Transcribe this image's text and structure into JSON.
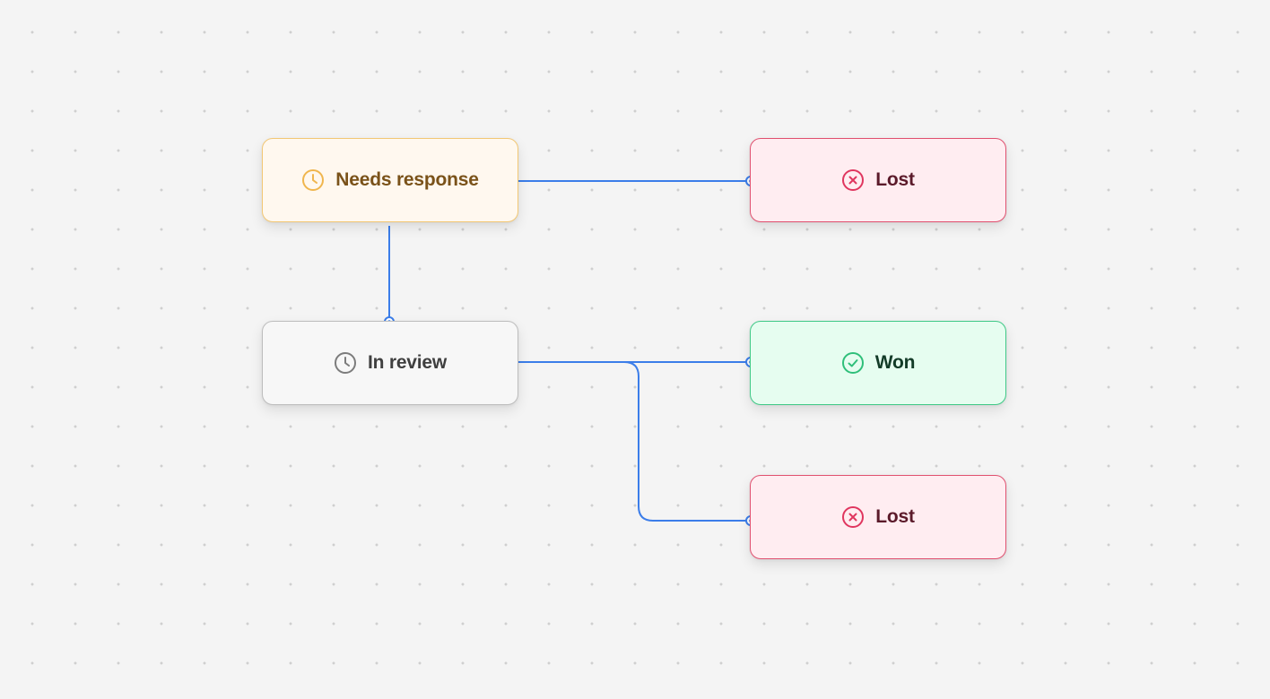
{
  "nodes": {
    "needs_response": {
      "label": "Needs response",
      "icon": "clock-icon",
      "color": "#f0b64e"
    },
    "in_review": {
      "label": "In review",
      "icon": "clock-icon",
      "color": "#7c7c7c"
    },
    "lost_top": {
      "label": "Lost",
      "icon": "x-circle-icon",
      "color": "#e0365f"
    },
    "won": {
      "label": "Won",
      "icon": "check-circle-icon",
      "color": "#2fbf7a"
    },
    "lost_bottom": {
      "label": "Lost",
      "icon": "x-circle-icon",
      "color": "#e0365f"
    }
  },
  "edges": [
    {
      "from": "needs_response",
      "to": "lost_top"
    },
    {
      "from": "needs_response",
      "to": "in_review"
    },
    {
      "from": "in_review",
      "to": "won"
    },
    {
      "from": "in_review",
      "to": "lost_bottom"
    }
  ],
  "edge_color": "#3b7de9",
  "background_dots": true
}
